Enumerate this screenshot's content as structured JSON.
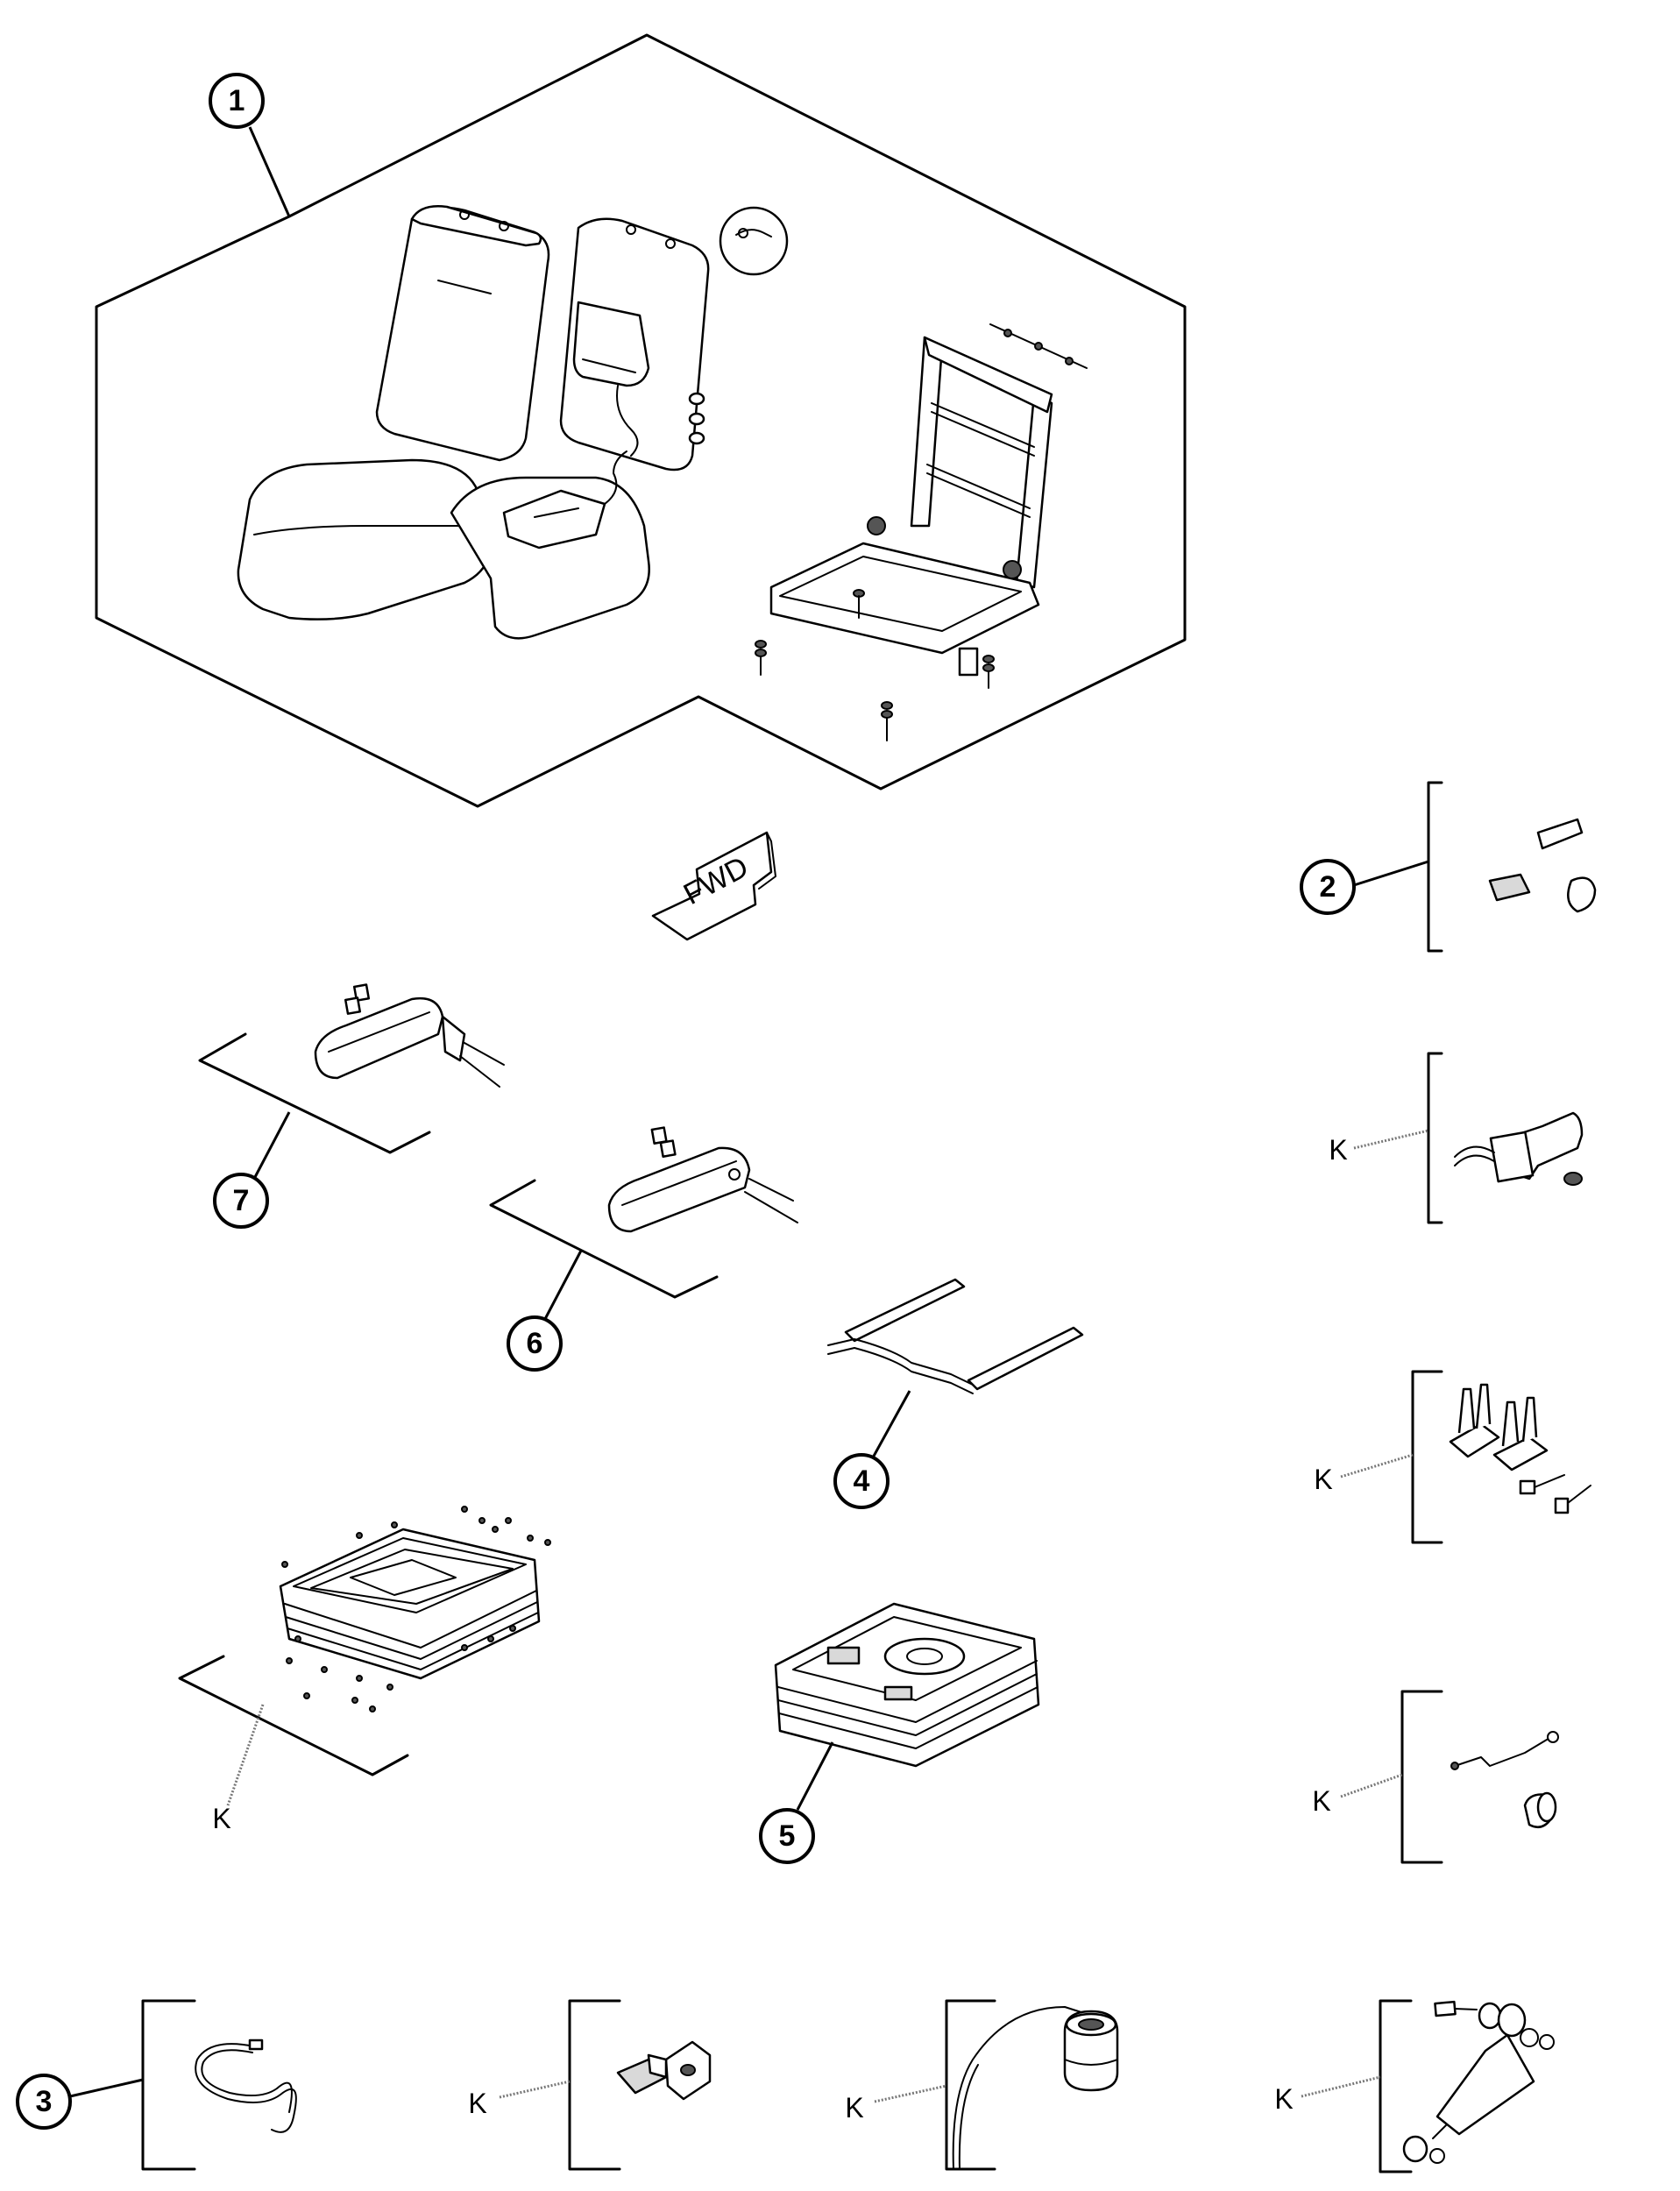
{
  "callouts": {
    "c1": "1",
    "c2": "2",
    "c3": "3",
    "c4": "4",
    "c5": "5",
    "c6": "6",
    "c7": "7"
  },
  "kit_labels": {
    "k_motor": "K",
    "k_brackets": "K",
    "k_rod_knob": "K",
    "k_base": "K",
    "k_switch": "K",
    "k_cable": "K",
    "k_shock": "K"
  },
  "direction_arrow": {
    "label": "FWD"
  }
}
